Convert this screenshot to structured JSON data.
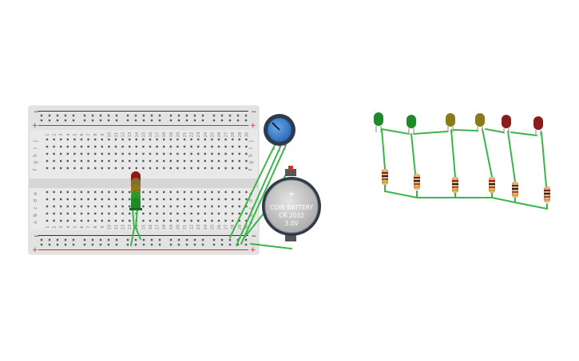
{
  "breadboard": {
    "column_count": 30,
    "top_row_labels": [
      "j",
      "i",
      "h",
      "g",
      "f"
    ],
    "bottom_row_labels": [
      "e",
      "d",
      "c",
      "b",
      "a"
    ],
    "rail_plus": "+",
    "rail_minus": "−"
  },
  "battery": {
    "line1": "COIN BATTERY",
    "line2": "CR 2032",
    "line3": "3.0V",
    "plus_sign": "+"
  },
  "colors": {
    "wire": "#3ab54a",
    "led_red": "#8b1a1a",
    "led_yellow": "#8a7a1a",
    "led_green": "#1f8a2a",
    "rail_red": "#d12b2b",
    "rail_dark": "#333333",
    "potentiometer": "#4a8ad4"
  },
  "schematic": {
    "led_colors": [
      "green",
      "green",
      "yellow",
      "yellow",
      "red",
      "red"
    ]
  }
}
